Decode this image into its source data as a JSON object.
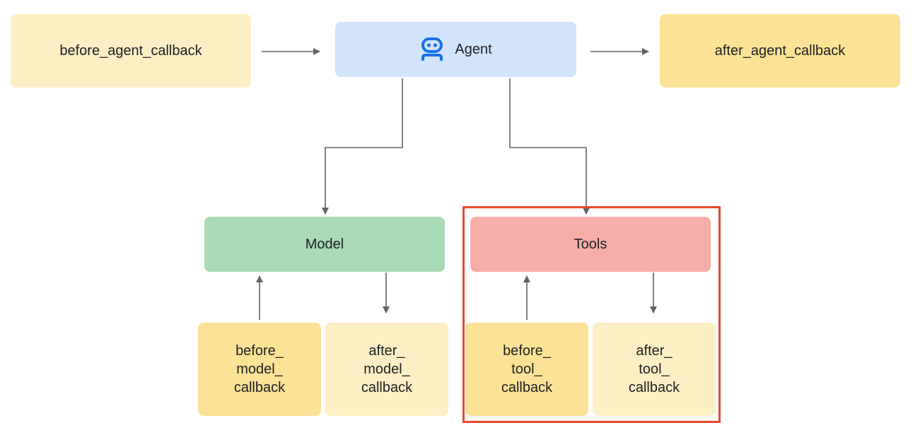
{
  "nodes": {
    "before_agent_callback": "before_agent_callback",
    "agent": "Agent",
    "after_agent_callback": "after_agent_callback",
    "model": "Model",
    "tools": "Tools",
    "before_model_callback": "before_\nmodel_\ncallback",
    "after_model_callback": "after_\nmodel_\ncallback",
    "before_tool_callback": "before_\ntool_\ncallback",
    "after_tool_callback": "after_\ntool_\ncallback"
  },
  "icons": {
    "agent": "robot-icon"
  },
  "colors": {
    "light_yellow": "#fcefc3",
    "yellow": "#fbe296",
    "blue": "#d2e3fc",
    "green": "#a8dab5",
    "red": "#f6aea9",
    "highlight": "#e8462f",
    "icon_blue": "#1a73e8",
    "arrow": "#5f6368"
  }
}
